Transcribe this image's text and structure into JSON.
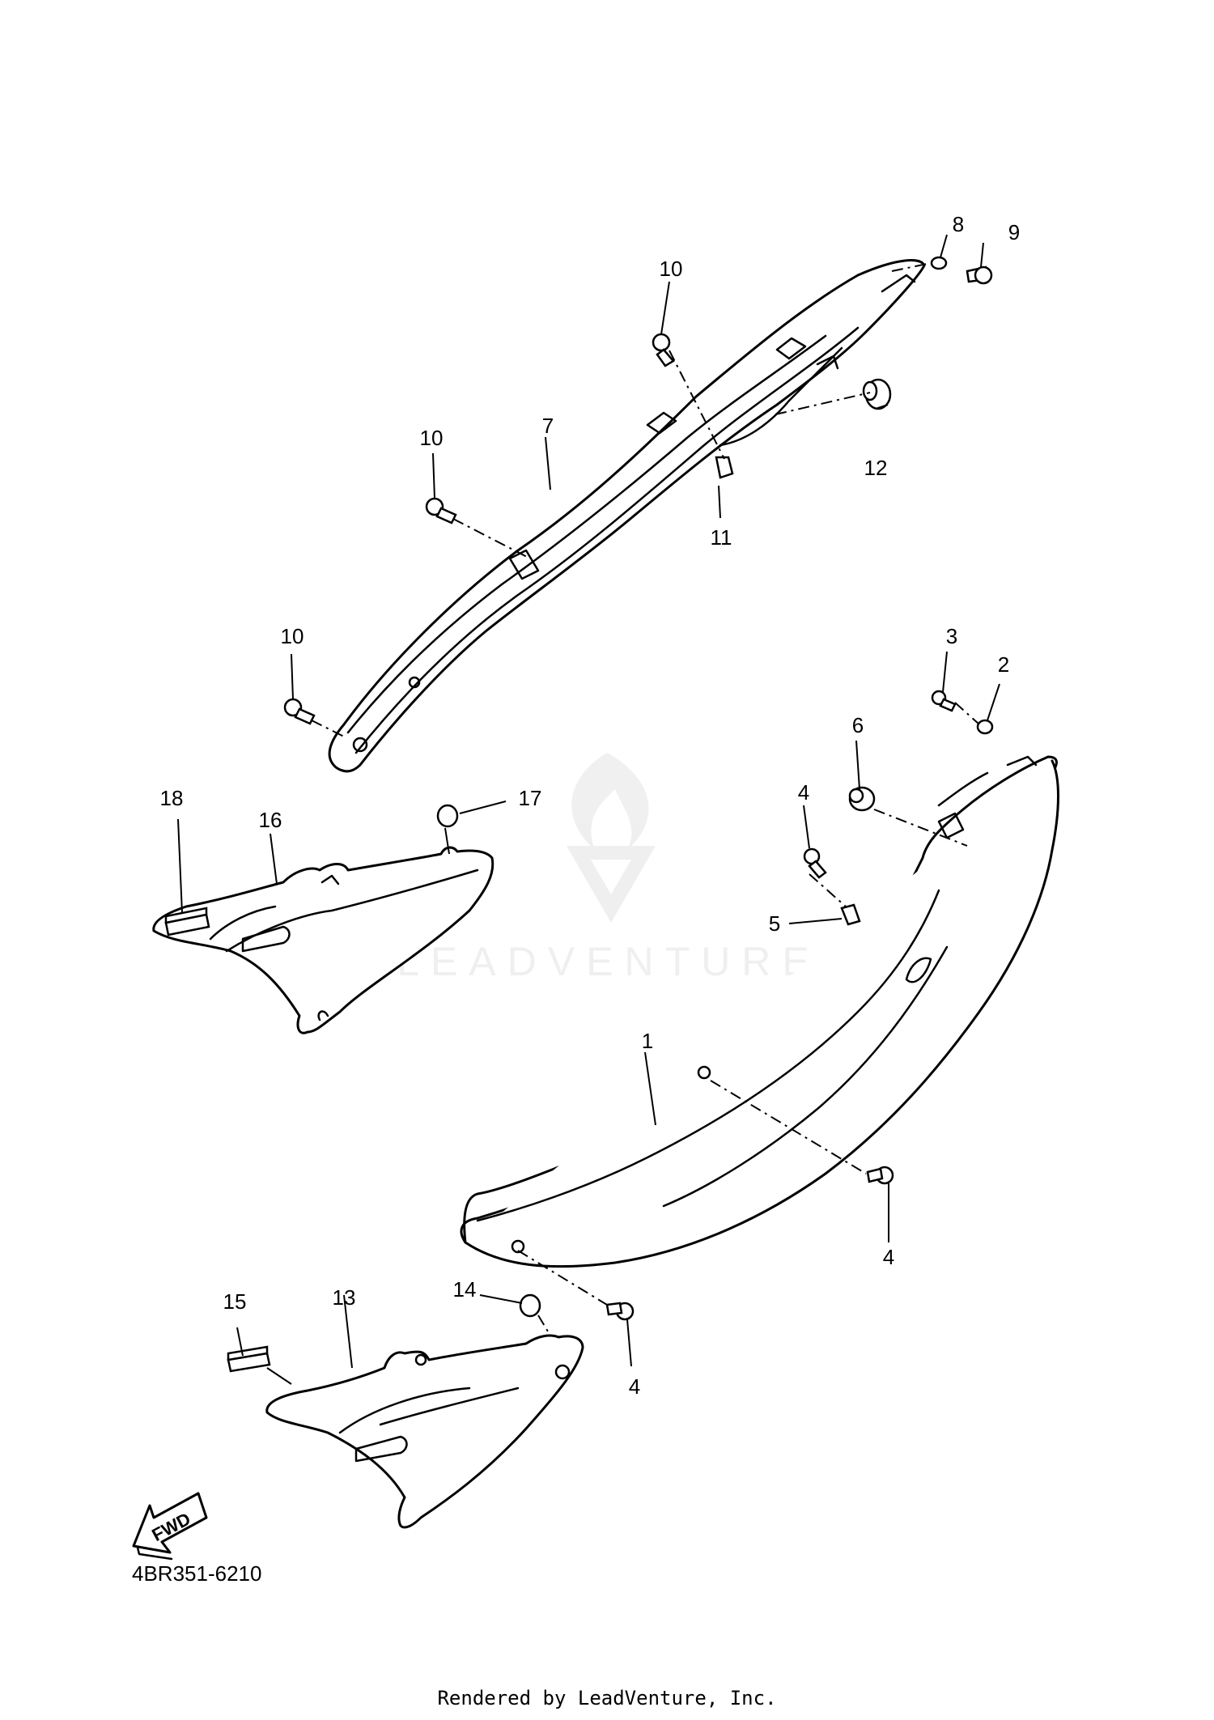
{
  "diagram": {
    "code": "4BR351-6210",
    "credit": "Rendered by LeadVenture, Inc.",
    "fwd_label": "FWD",
    "watermark_text": "LEADVENTURE",
    "callouts": {
      "c1": "1",
      "c2": "2",
      "c3": "3",
      "c4a": "4",
      "c4b": "4",
      "c4c": "4",
      "c5": "5",
      "c6": "6",
      "c7": "7",
      "c8": "8",
      "c9": "9",
      "c10a": "10",
      "c10b": "10",
      "c10c": "10",
      "c11": "11",
      "c12": "12",
      "c13": "13",
      "c14": "14",
      "c15": "15",
      "c16": "16",
      "c17": "17",
      "c18": "18"
    }
  }
}
